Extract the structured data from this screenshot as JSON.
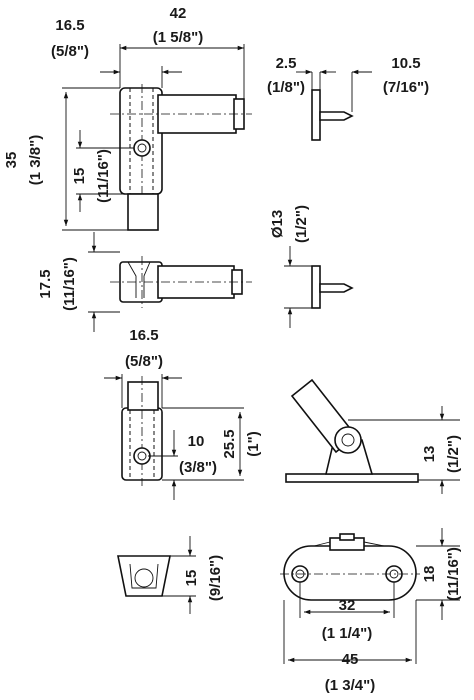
{
  "dims": {
    "top_width": "16.5",
    "top_width_in": "(5/8\")",
    "top_length": "42",
    "top_length_in": "(1 5/8\")",
    "flange_thk": "2.5",
    "flange_thk_in": "(1/8\")",
    "pin_len": "10.5",
    "pin_len_in": "(7/16\")",
    "height_35": "35",
    "height_35_in": "(1 3/8\")",
    "hole_15": "15",
    "hole_15_in": "(11/16\")",
    "flange_dia": "Ø13",
    "flange_dia_in": "(1/2\")",
    "side_175": "17.5",
    "side_175_in": "(11/16\")",
    "mid_width": "16.5",
    "mid_width_in": "(5/8\")",
    "hole_10": "10",
    "hole_10_in": "(3/8\")",
    "height_255": "25.5",
    "height_255_in": "(1\")",
    "pivot_13": "13",
    "pivot_13_in": "(1/2\")",
    "cup_15": "15",
    "cup_15_in": "(9/16\")",
    "plate_18": "18",
    "plate_18_in": "(11/16\")",
    "hole_spacing": "32",
    "hole_spacing_in": "(1 1/4\")",
    "plate_length": "45",
    "plate_length_in": "(1 3/4\")"
  }
}
